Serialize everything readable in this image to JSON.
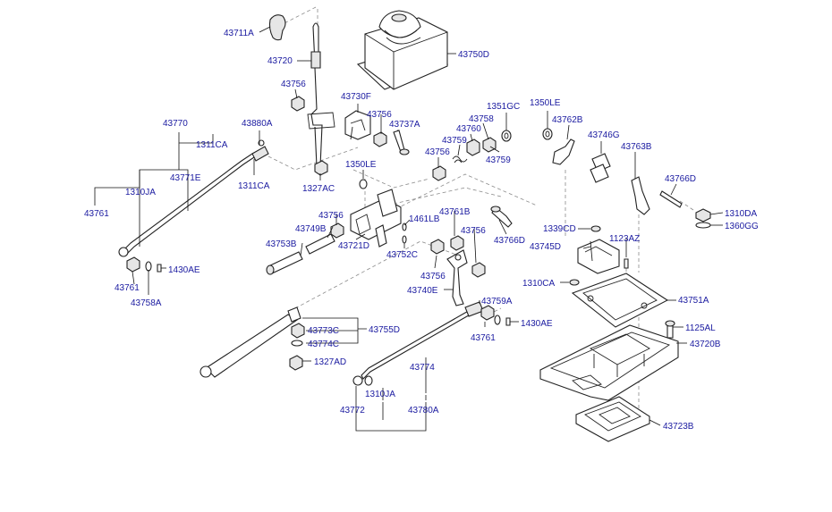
{
  "colors": {
    "label": "#1a1aa0",
    "line": "#222222",
    "dashed": "#8a8a8a",
    "background": "#ffffff"
  },
  "labels": [
    {
      "id": "l43711A",
      "text": "43711A"
    },
    {
      "id": "l43720",
      "text": "43720"
    },
    {
      "id": "l43750D",
      "text": "43750D"
    },
    {
      "id": "l43756a",
      "text": "43756"
    },
    {
      "id": "l43730F",
      "text": "43730F"
    },
    {
      "id": "l43756b",
      "text": "43756"
    },
    {
      "id": "l43737A",
      "text": "43737A"
    },
    {
      "id": "l43758",
      "text": "43758"
    },
    {
      "id": "l1351GC",
      "text": "1351GC"
    },
    {
      "id": "l1350LEa",
      "text": "1350LE"
    },
    {
      "id": "l43762B",
      "text": "43762B"
    },
    {
      "id": "l43760",
      "text": "43760"
    },
    {
      "id": "l43759a",
      "text": "43759"
    },
    {
      "id": "l43756c",
      "text": "43756"
    },
    {
      "id": "l43759b",
      "text": "43759"
    },
    {
      "id": "l43746G",
      "text": "43746G"
    },
    {
      "id": "l43763B",
      "text": "43763B"
    },
    {
      "id": "l43770",
      "text": "43770"
    },
    {
      "id": "l43880A",
      "text": "43880A"
    },
    {
      "id": "l1311CAa",
      "text": "1311CA"
    },
    {
      "id": "l43771E",
      "text": "43771E"
    },
    {
      "id": "l1311CAb",
      "text": "1311CA"
    },
    {
      "id": "l1310JAa",
      "text": "1310JA"
    },
    {
      "id": "l43761a",
      "text": "43761"
    },
    {
      "id": "l1327AC",
      "text": "1327AC"
    },
    {
      "id": "l1350LEb",
      "text": "1350LE"
    },
    {
      "id": "l43766Da",
      "text": "43766D"
    },
    {
      "id": "l1310DA",
      "text": "1310DA"
    },
    {
      "id": "l1360GG",
      "text": "1360GG"
    },
    {
      "id": "l43756d",
      "text": "43756"
    },
    {
      "id": "l1461LB",
      "text": "1461LB"
    },
    {
      "id": "l43761B",
      "text": "43761B"
    },
    {
      "id": "l43749B",
      "text": "43749B"
    },
    {
      "id": "l43756e",
      "text": "43756"
    },
    {
      "id": "l43766Db",
      "text": "43766D"
    },
    {
      "id": "l1339CD",
      "text": "1339CD"
    },
    {
      "id": "l1123AZ",
      "text": "1123AZ"
    },
    {
      "id": "l43753B",
      "text": "43753B"
    },
    {
      "id": "l43721D",
      "text": "43721D"
    },
    {
      "id": "l43752C",
      "text": "43752C"
    },
    {
      "id": "l43745D",
      "text": "43745D"
    },
    {
      "id": "l1430AEa",
      "text": "1430AE"
    },
    {
      "id": "l43756f",
      "text": "43756"
    },
    {
      "id": "l43761b",
      "text": "43761"
    },
    {
      "id": "l43758A",
      "text": "43758A"
    },
    {
      "id": "l43740E",
      "text": "43740E"
    },
    {
      "id": "l1310CA",
      "text": "1310CA"
    },
    {
      "id": "l43751A",
      "text": "43751A"
    },
    {
      "id": "l43759A",
      "text": "43759A"
    },
    {
      "id": "l1430AEb",
      "text": "1430AE"
    },
    {
      "id": "l43773C",
      "text": "43773C"
    },
    {
      "id": "l43755D",
      "text": "43755D"
    },
    {
      "id": "l43774C",
      "text": "43774C"
    },
    {
      "id": "l43761c",
      "text": "43761"
    },
    {
      "id": "l1125AL",
      "text": "1125AL"
    },
    {
      "id": "l43720B",
      "text": "43720B"
    },
    {
      "id": "l1327AD",
      "text": "1327AD"
    },
    {
      "id": "l43774",
      "text": "43774"
    },
    {
      "id": "l1310JAb",
      "text": "1310JA"
    },
    {
      "id": "l43772",
      "text": "43772"
    },
    {
      "id": "l43780A",
      "text": "43780A"
    },
    {
      "id": "l43723B",
      "text": "43723B"
    }
  ]
}
